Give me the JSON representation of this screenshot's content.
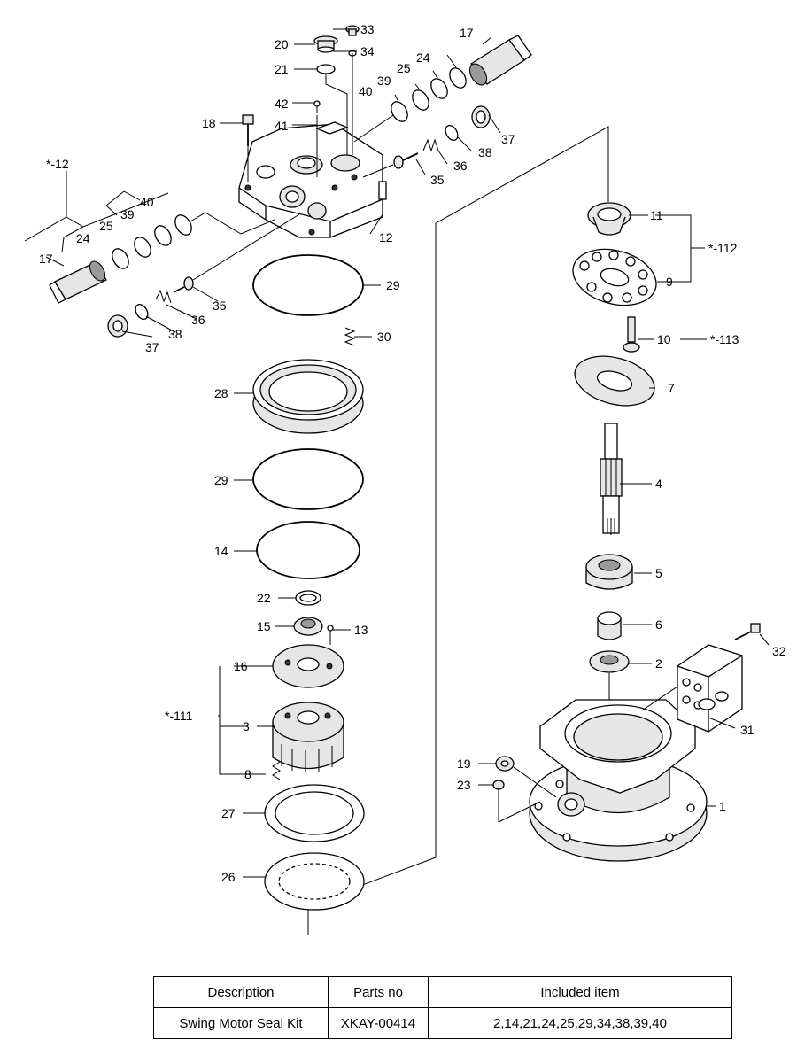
{
  "diagram": {
    "labels": {
      "l1": "1",
      "l2": "2",
      "l3": "3",
      "l4": "4",
      "l5": "5",
      "l6": "6",
      "l7": "7",
      "l8": "8",
      "l9": "9",
      "l10": "10",
      "l11": "11",
      "l12": "12",
      "l13": "13",
      "l14": "14",
      "l15": "15",
      "l16": "16",
      "l17a": "17",
      "l17b": "17",
      "l18": "18",
      "l19": "19",
      "l20": "20",
      "l21": "21",
      "l22": "22",
      "l23": "23",
      "l24a": "24",
      "l24b": "24",
      "l25a": "25",
      "l25b": "25",
      "l26": "26",
      "l27": "27",
      "l28": "28",
      "l29a": "29",
      "l29b": "29",
      "l30": "30",
      "l31": "31",
      "l32": "32",
      "l33": "33",
      "l34": "34",
      "l35a": "35",
      "l35b": "35",
      "l36a": "36",
      "l36b": "36",
      "l37a": "37",
      "l37b": "37",
      "l38a": "38",
      "l38b": "38",
      "l39a": "39",
      "l39b": "39",
      "l40a": "40",
      "l40b": "40",
      "l41": "41",
      "l42": "42",
      "g12": "*-12",
      "g111": "*-111",
      "g112": "*-112",
      "g113": "*-113"
    }
  },
  "kit_table": {
    "headers": {
      "description": "Description",
      "parts_no": "Parts no",
      "included": "Included item"
    },
    "row": {
      "description": "Swing Motor Seal Kit",
      "parts_no": "XKAY-00414",
      "included": "2,14,21,24,25,29,34,38,39,40"
    }
  }
}
